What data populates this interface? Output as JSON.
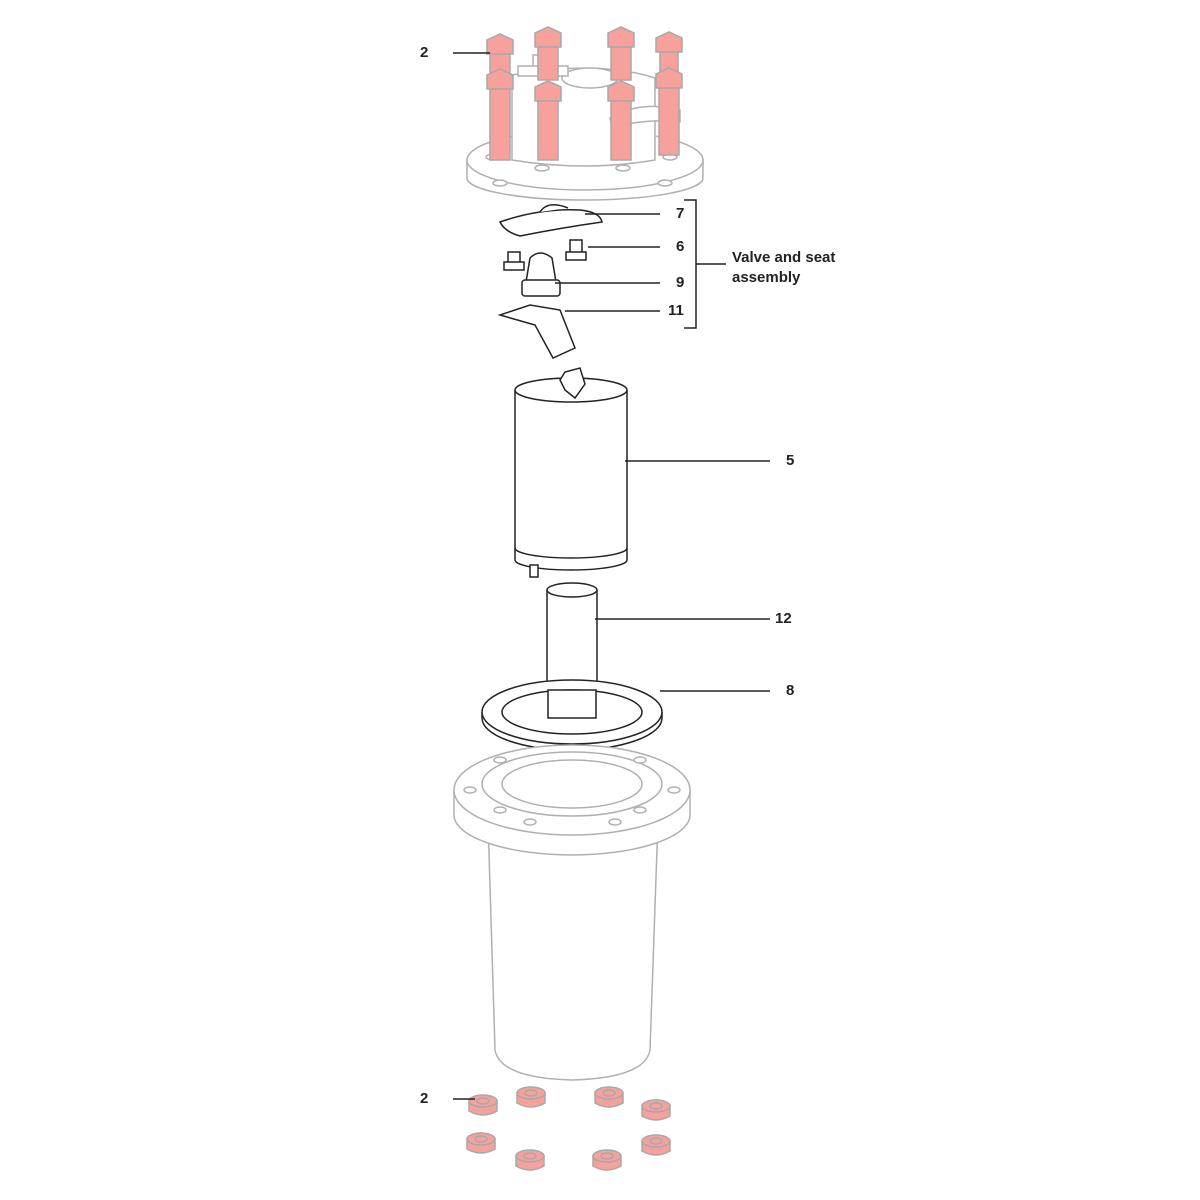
{
  "diagram": {
    "colors": {
      "highlight": "#f7a19d",
      "ghost_outline": "#b0b0b0",
      "line": "#222222"
    },
    "callouts": [
      {
        "id": "bolts",
        "label": "2"
      },
      {
        "id": "valve-bracket",
        "label": "7"
      },
      {
        "id": "screws",
        "label": "6"
      },
      {
        "id": "valve-seat",
        "label": "9"
      },
      {
        "id": "lever",
        "label": "11"
      },
      {
        "id": "cartridge",
        "label": "5"
      },
      {
        "id": "tube",
        "label": "12"
      },
      {
        "id": "gasket",
        "label": "8"
      },
      {
        "id": "nuts",
        "label": "2"
      }
    ],
    "group_label_line1": "Valve and seat",
    "group_label_line2": "assembly"
  }
}
